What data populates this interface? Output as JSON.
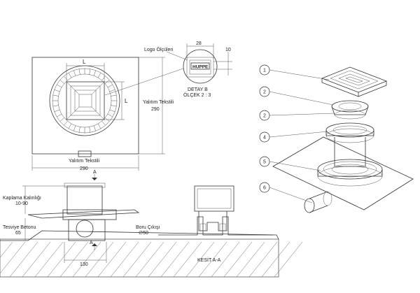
{
  "top_view": {
    "dim_width": "Yalıtım Tekstili\n290",
    "dim_width_label": "Yalıtım Tekstili",
    "dim_width_value": "290",
    "dim_height_label": "Yalıtım Tekstili",
    "dim_height_value": "290",
    "dim_L_top": "L",
    "dim_L_side": "L"
  },
  "logo_detail": {
    "title": "Logo Ölçüleri",
    "dim_28": "28",
    "dim_10": "10",
    "logo_text": "HUPPE",
    "detail_title": "DETAY B",
    "scale": "ÖLÇEK 2 : 3"
  },
  "section_view": {
    "section_marker_top": "A",
    "section_marker_bottom": "A",
    "coating_label": "Kaplama Kalınlığı",
    "coating_range": "10-90",
    "screed_label": "Tesviye Betonu",
    "screed_value": "65",
    "pipe_label": "Boru Çıkışı",
    "pipe_value": "∅50",
    "width_130": "130",
    "section_title": "KESİT A-A"
  },
  "exploded_view": {
    "callouts": [
      "1",
      "2",
      "2",
      "4",
      "5",
      "6"
    ]
  }
}
